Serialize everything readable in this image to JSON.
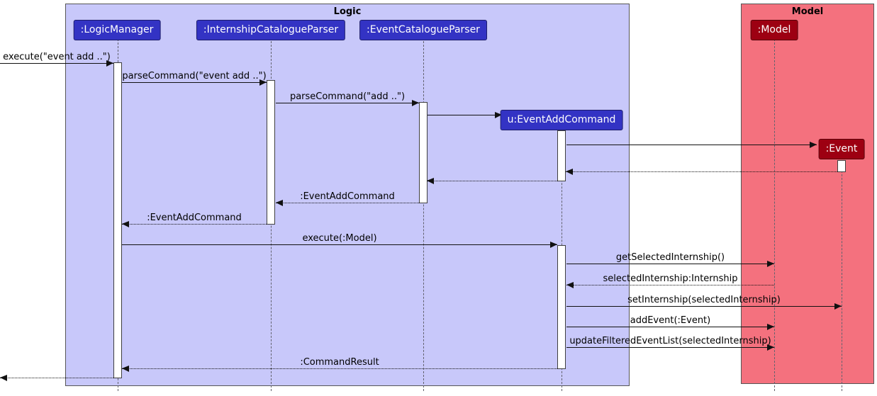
{
  "diagram": {
    "type": "uml-sequence-diagram",
    "frames": {
      "logic": {
        "title": "Logic"
      },
      "model": {
        "title": "Model"
      }
    },
    "participants": {
      "logic_manager": {
        "label": ":LogicManager",
        "frame": "Logic"
      },
      "internship_parser": {
        "label": ":InternshipCatalogueParser",
        "frame": "Logic"
      },
      "event_parser": {
        "label": ":EventCatalogueParser",
        "frame": "Logic"
      },
      "event_add_command": {
        "label": "u:EventAddCommand",
        "frame": "Logic",
        "created_during_sequence": true
      },
      "model_obj": {
        "label": ":Model",
        "frame": "Model"
      },
      "event_obj": {
        "label": ":Event",
        "frame": "Model",
        "created_during_sequence": true
      }
    },
    "messages": {
      "execute": {
        "label": "execute(\"event add ..\")",
        "from": "caller",
        "to": "logic_manager",
        "type": "solid"
      },
      "parse_command_event_add": {
        "label": "parseCommand(\"event add ..\")",
        "from": "logic_manager",
        "to": "internship_parser",
        "type": "solid"
      },
      "parse_command_add": {
        "label": "parseCommand(\"add ..\")",
        "from": "internship_parser",
        "to": "event_parser",
        "type": "solid"
      },
      "create_event_add_command": {
        "label": "",
        "from": "event_parser",
        "to": "event_add_command",
        "type": "solid-create"
      },
      "create_event": {
        "label": "",
        "from": "event_add_command",
        "to": "event_obj",
        "type": "solid-create"
      },
      "return_from_event": {
        "label": "",
        "from": "event_obj",
        "to": "event_add_command",
        "type": "dotted-return"
      },
      "return_to_event_parser": {
        "label": "",
        "from": "event_add_command",
        "to": "event_parser",
        "type": "dotted-return"
      },
      "return_event_add_command_1": {
        "label": ":EventAddCommand",
        "from": "event_parser",
        "to": "internship_parser",
        "type": "dotted-return"
      },
      "return_event_add_command_2": {
        "label": ":EventAddCommand",
        "from": "internship_parser",
        "to": "logic_manager",
        "type": "dotted-return"
      },
      "execute_model": {
        "label": "execute(:Model)",
        "from": "logic_manager",
        "to": "event_add_command",
        "type": "solid"
      },
      "get_selected_internship": {
        "label": "getSelectedInternship()",
        "from": "event_add_command",
        "to": "model_obj",
        "type": "solid"
      },
      "selected_internship": {
        "label": "selectedInternship:Internship",
        "from": "model_obj",
        "to": "event_add_command",
        "type": "dotted-return"
      },
      "set_internship": {
        "label": "setInternship(selectedInternship)",
        "from": "event_add_command",
        "to": "event_obj",
        "type": "solid"
      },
      "add_event": {
        "label": "addEvent(:Event)",
        "from": "event_add_command",
        "to": "model_obj",
        "type": "solid"
      },
      "update_filtered_event_list": {
        "label": "updateFilteredEventList(selectedInternship)",
        "from": "event_add_command",
        "to": "model_obj",
        "type": "solid"
      },
      "command_result": {
        "label": ":CommandResult",
        "from": "event_add_command",
        "to": "logic_manager",
        "type": "dotted-return"
      },
      "final_return": {
        "label": "",
        "from": "logic_manager",
        "to": "caller",
        "type": "dotted-return"
      }
    },
    "colors": {
      "logic_frame_fill": "#C8C8FA",
      "model_frame_fill": "#F4717E",
      "logic_participant_fill": "#3333C4",
      "model_participant_fill": "#9D0012",
      "participant_text": "#FFFFFF",
      "frame_border": "#565656",
      "line_color": "#111111",
      "lifeline_color": "#62626E",
      "background": "#FFFFFF"
    }
  }
}
